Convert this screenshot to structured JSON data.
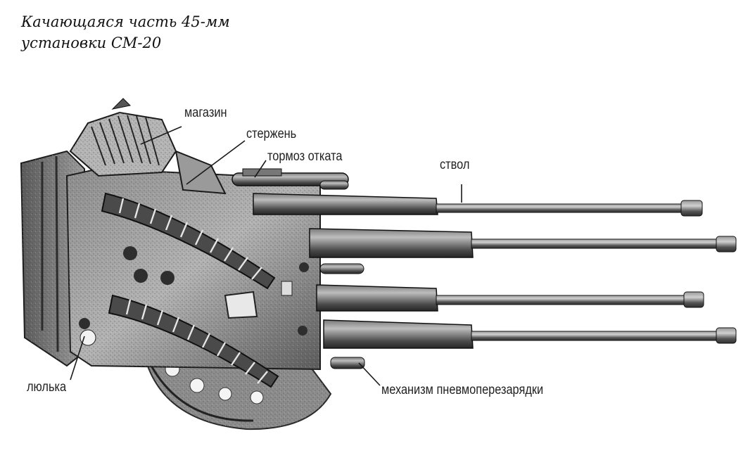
{
  "caption": {
    "line1": "Качающаяся часть 45-мм",
    "line2": "установки СМ-20"
  },
  "labels": {
    "magazine": "магазин",
    "rod": "стержень",
    "recoil_brake": "тормоз отката",
    "barrel": "ствол",
    "cradle": "люлька",
    "pneumatic_reload": "механизм пневмоперезарядки"
  },
  "colors": {
    "ink": "#1a1a1a",
    "metal_dark": "#3a3a3a",
    "metal_mid": "#6e6e6e",
    "metal_light": "#a8a8a8"
  }
}
